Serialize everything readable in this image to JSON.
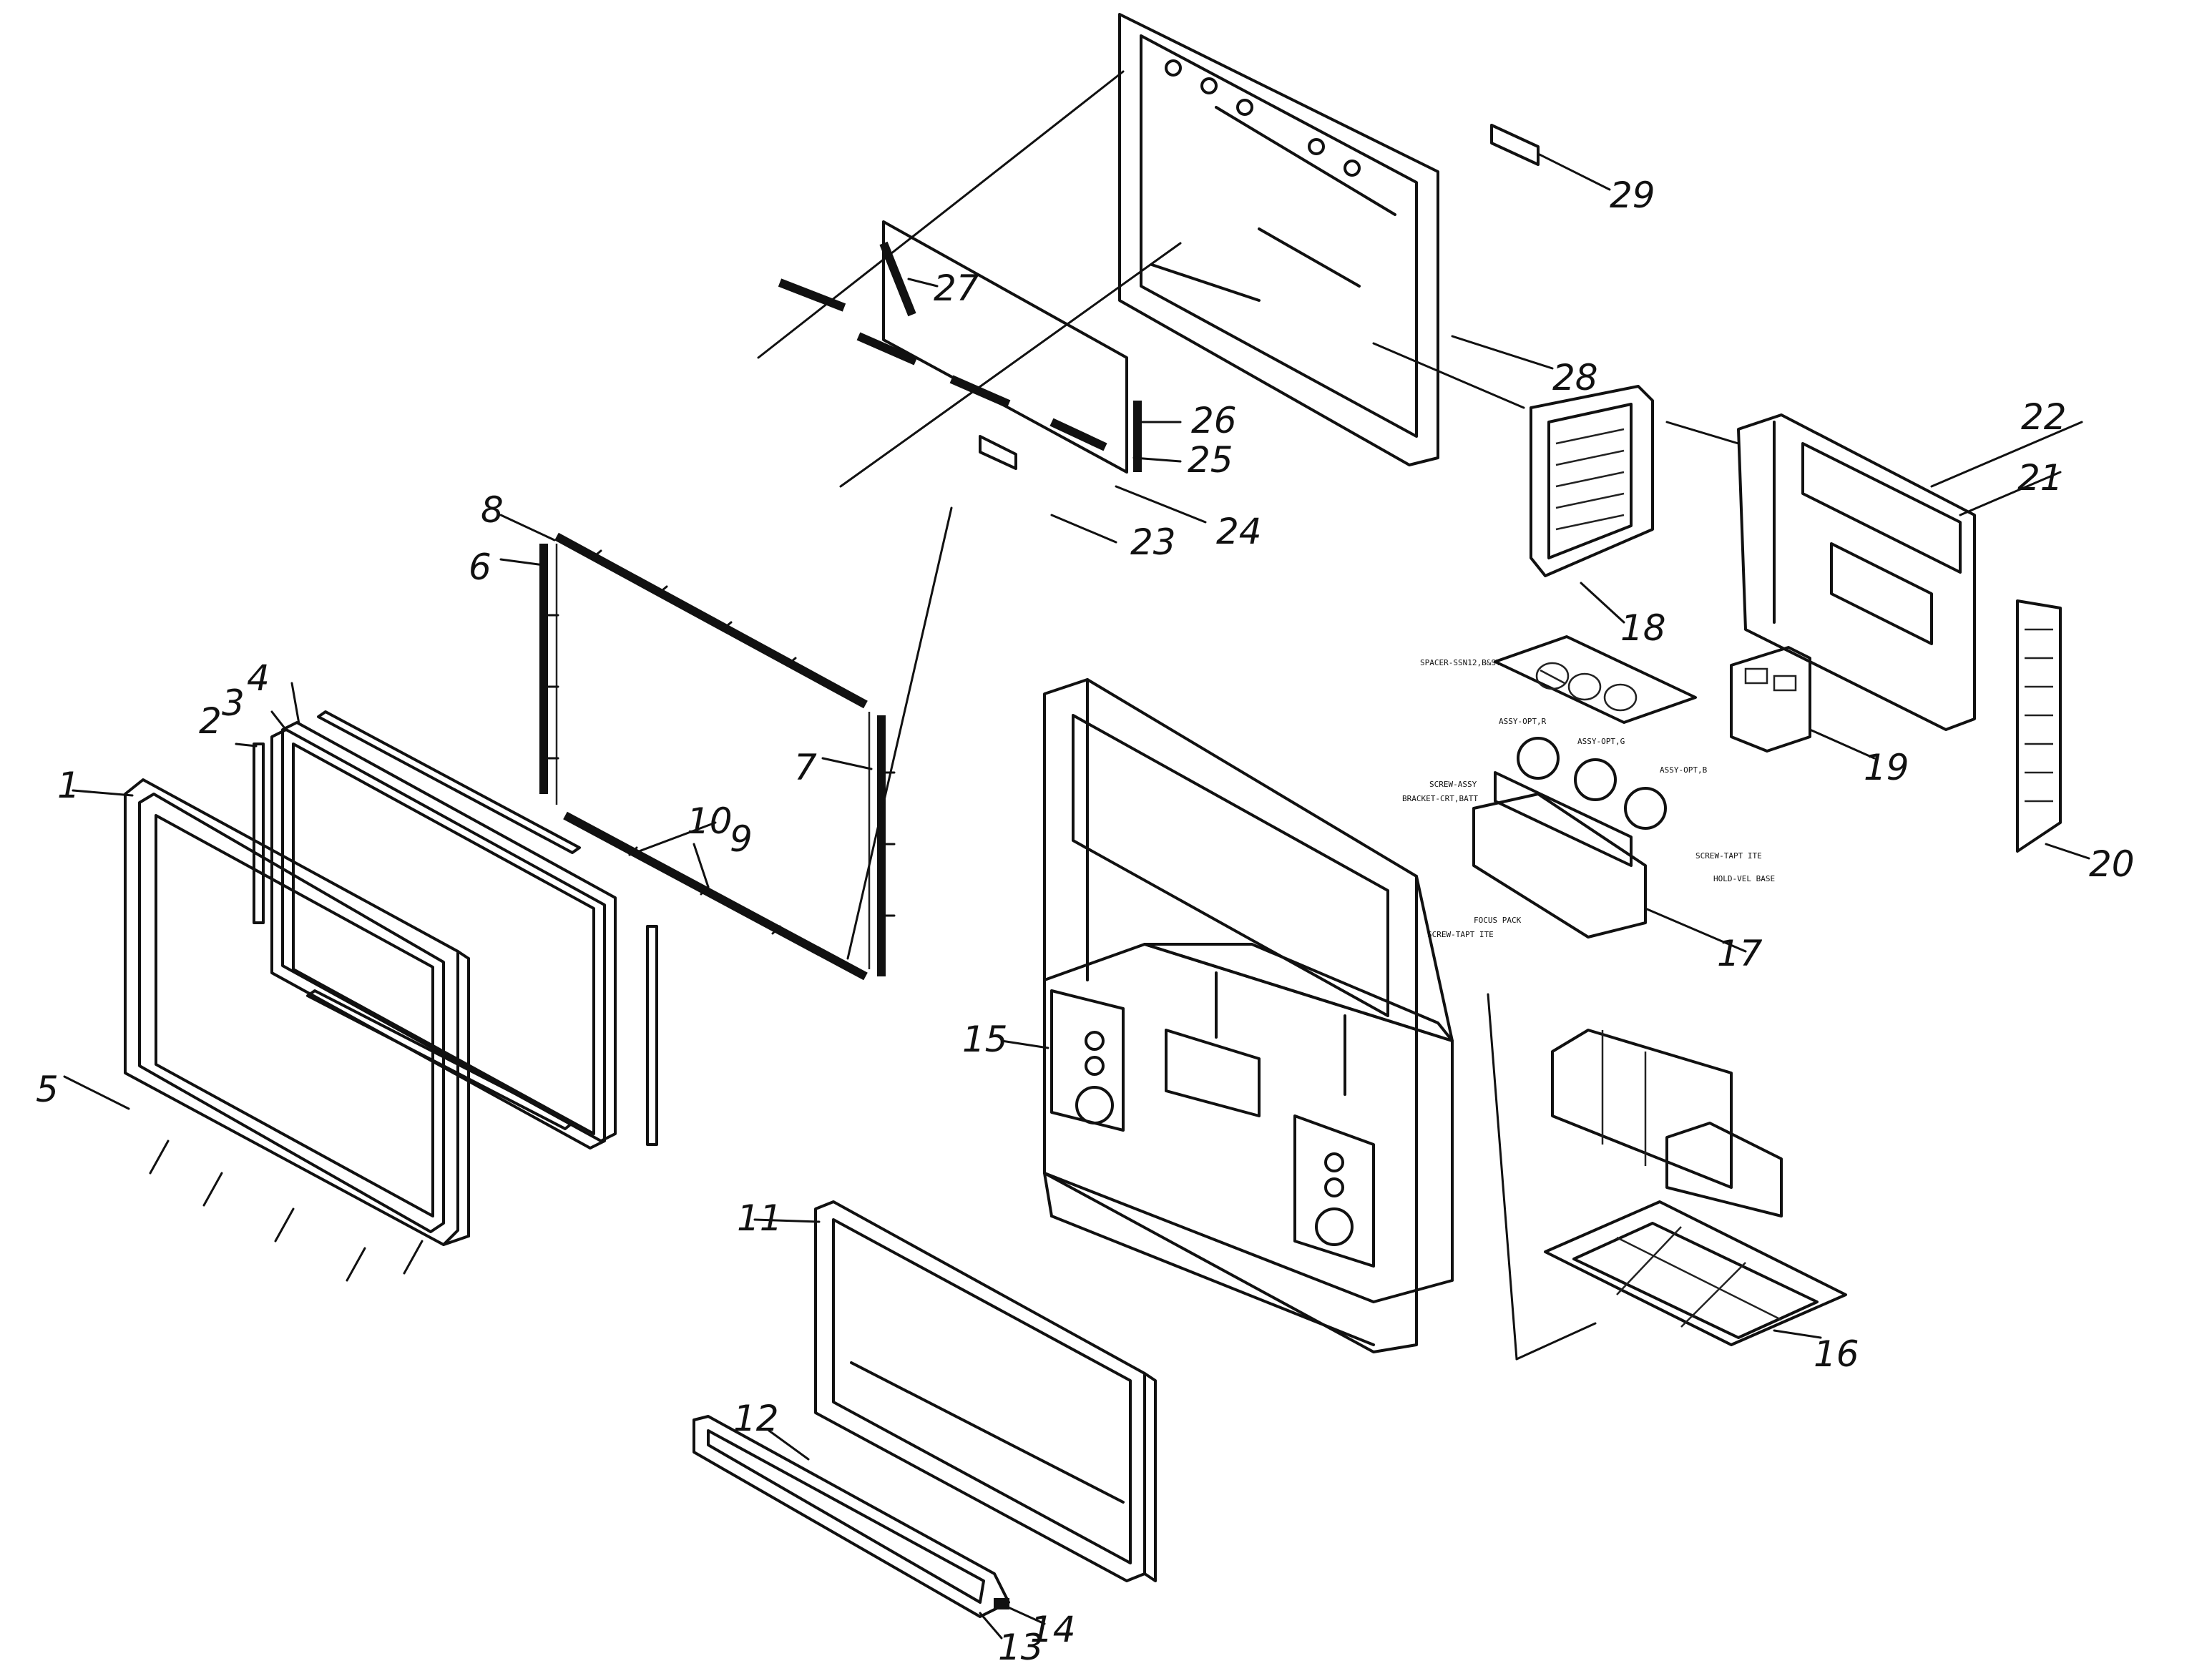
{
  "callouts": {
    "c1": "1",
    "c2": "2",
    "c3": "3",
    "c4": "4",
    "c5": "5",
    "c6": "6",
    "c7": "7",
    "c8": "8",
    "c9": "9",
    "c10": "10",
    "c11": "11",
    "c12": "12",
    "c13": "13",
    "c14": "14",
    "c15": "15",
    "c16": "16",
    "c17": "17",
    "c18": "18",
    "c19": "19",
    "c20": "20",
    "c21": "21",
    "c22": "22",
    "c23": "23",
    "c24": "24",
    "c25": "25",
    "c26": "26",
    "c27": "27",
    "c28": "28",
    "c29": "29"
  },
  "small_labels": {
    "spacer_note": "SPACER-SSN12,B&ST",
    "assy1": "ASSY-OPT,R",
    "assy2": "ASSY-OPT,G",
    "assy3": "ASSY-OPT,B",
    "screw_assy": "SCREW-ASSY",
    "bracket_crt": "BRACKET-CRT,BATT",
    "screw_tapt_right": "SCREW-TAPT ITE",
    "hold_assy": "HOLD-VEL BASE",
    "focus_pack": "FOCUS PACK",
    "screw_tapt_left": "SCREW-TAPT ITE"
  }
}
